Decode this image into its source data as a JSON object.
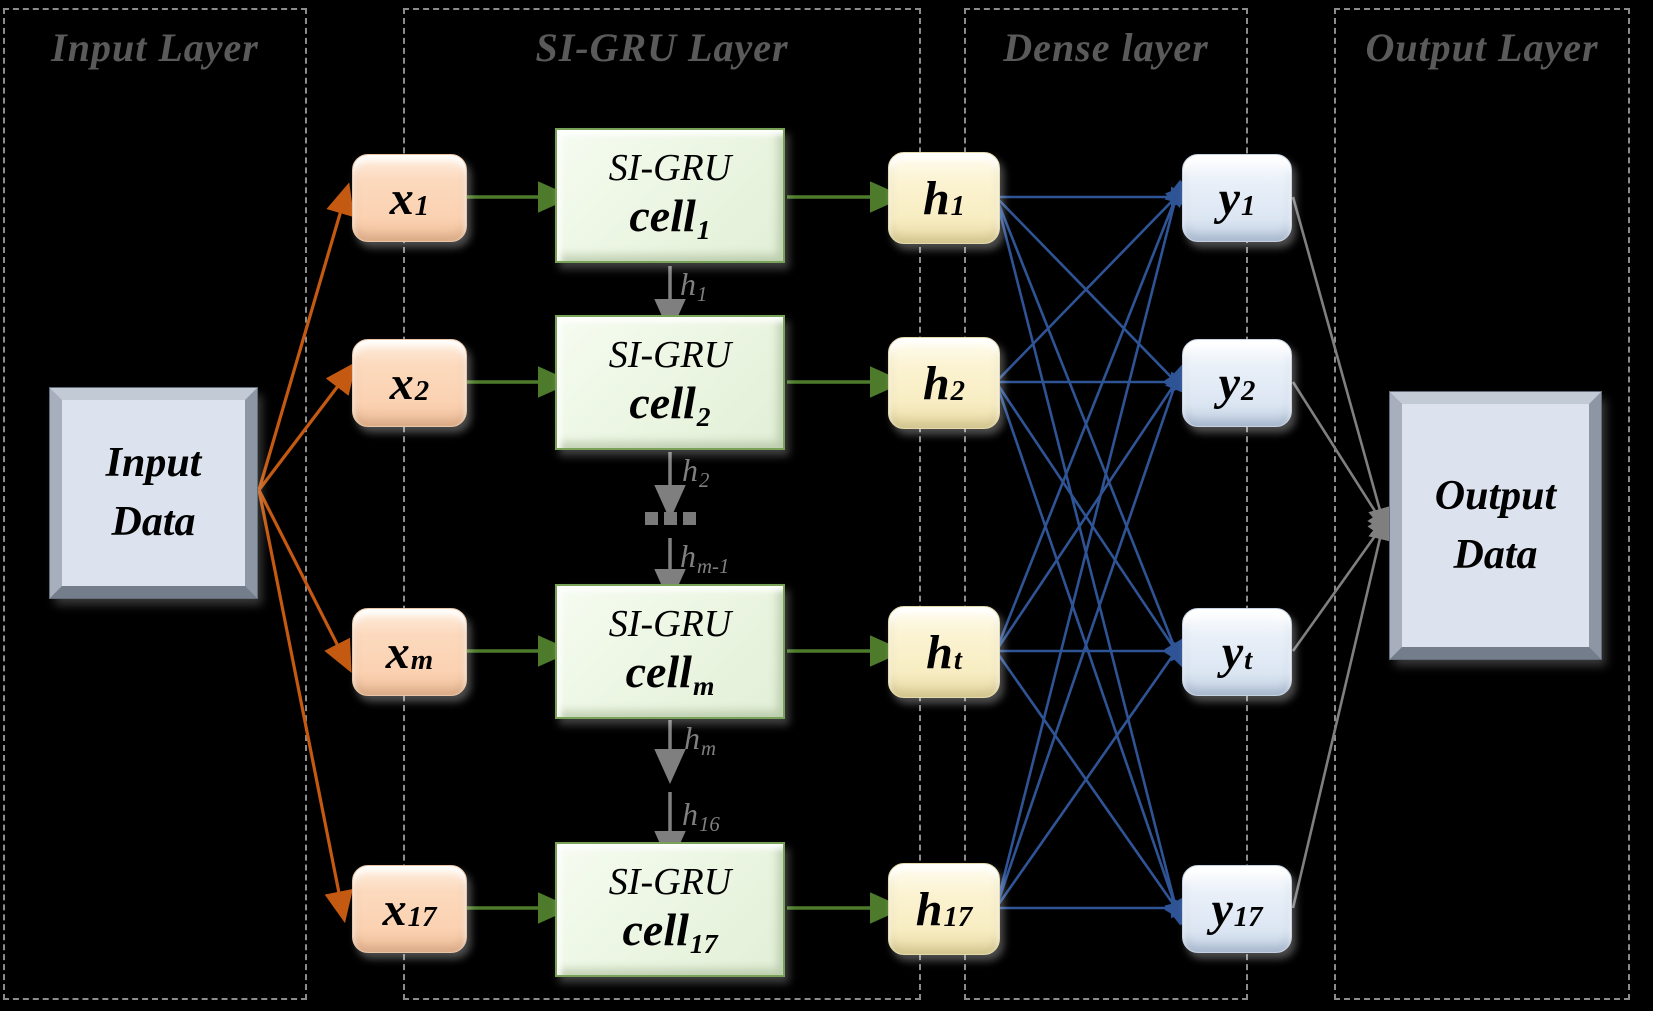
{
  "layer_titles": {
    "input": "Input Layer",
    "sigru": "SI-GRU Layer",
    "dense": "Dense layer",
    "output": "Output Layer"
  },
  "input_box": {
    "line1": "Input",
    "line2": "Data"
  },
  "output_box": {
    "line1": "Output",
    "line2": "Data"
  },
  "cell_title": "SI-GRU",
  "cell_word": "cell",
  "rows": [
    {
      "x_base": "x",
      "x_sub": "1",
      "cell_sub": "1",
      "h_base": "h",
      "h_sub": "1",
      "y_base": "y",
      "y_sub": "1"
    },
    {
      "x_base": "x",
      "x_sub": "2",
      "cell_sub": "2",
      "h_base": "h",
      "h_sub": "2",
      "y_base": "y",
      "y_sub": "2"
    },
    {
      "x_base": "x",
      "x_sub": "m",
      "cell_sub": "m",
      "h_base": "h",
      "h_sub": "t",
      "y_base": "y",
      "y_sub": "t"
    },
    {
      "x_base": "x",
      "x_sub": "17",
      "cell_sub": "17",
      "h_base": "h",
      "h_sub": "17",
      "y_base": "y",
      "y_sub": "17"
    }
  ],
  "state_labels": [
    {
      "base": "h",
      "sub": "1"
    },
    {
      "base": "h",
      "sub": "2"
    },
    {
      "base": "h",
      "sub": "m-1"
    },
    {
      "base": "h",
      "sub": "m"
    },
    {
      "base": "h",
      "sub": "16"
    }
  ],
  "ellipsis": "...",
  "colors": {
    "background": "#000000",
    "region_border": "#8c8c8c",
    "layer_title": "#5a5a5a",
    "x_node_fill": "#fbd4b4",
    "h_node_fill": "#faf2cf",
    "y_node_fill": "#dde7f3",
    "cell_fill": "#eaf4e1",
    "cell_border": "#77a257",
    "io_box_fill": "#dde3ee",
    "orange_arrow": "#c45911",
    "green_arrow": "#4e7b2b",
    "blue_connection": "#2f5496",
    "gray_connection": "#7f7f7f",
    "state_label_text": "#7f7f7f",
    "node_text": "#000000"
  }
}
